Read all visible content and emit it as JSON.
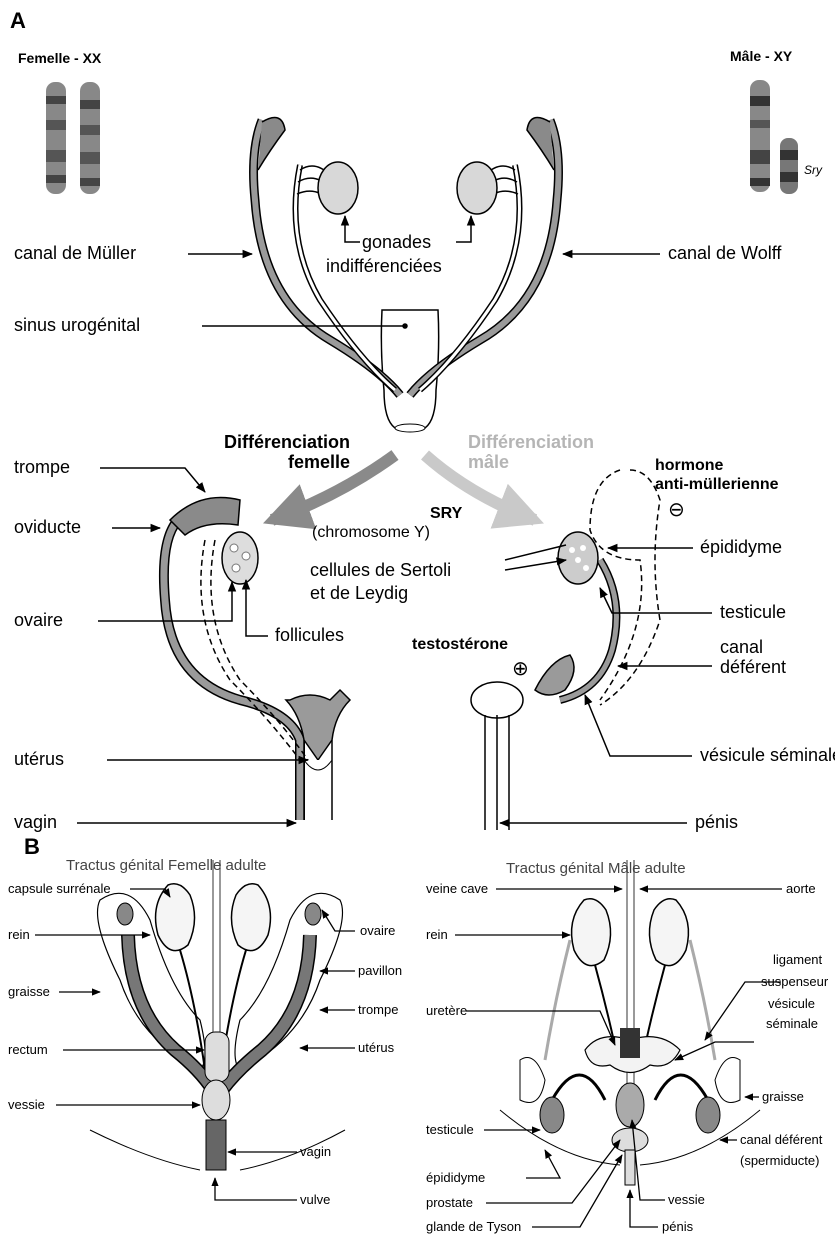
{
  "panelA": {
    "letter": "A",
    "female_label": "Femelle - XX",
    "male_label": "Mâle - XY",
    "sry_chrom_label": "Sry",
    "gonades_1": "gonades",
    "gonades_2": "indifférenciées",
    "muller": "canal de Müller",
    "wolff": "canal de Wolff",
    "sinus": "sinus urogénital",
    "diff_f_1": "Différenciation",
    "diff_f_2": "femelle",
    "diff_m_1": "Différenciation",
    "diff_m_2": "mâle",
    "sry": "SRY",
    "chromosome": "(chromosome Y)",
    "amh_1": "hormone",
    "amh_2": "anti-müllerienne",
    "trompe": "trompe",
    "oviducte": "oviducte",
    "ovaire": "ovaire",
    "follicules": "follicules",
    "sertoli_1": "cellules de Sertoli",
    "sertoli_2": "et de Leydig",
    "epididyme": "épididyme",
    "testicule": "testicule",
    "canal_def_1": "canal",
    "canal_def_2": "déférent",
    "testosterone": "testostérone",
    "vesicule": "vésicule séminale",
    "uterus": "utérus",
    "vagin": "vagin",
    "penis": "pénis",
    "minus_sign": "⊖",
    "plus_sign": "⊕"
  },
  "panelB": {
    "letter": "B",
    "female_title": "Tractus génital Femelle adulte",
    "male_title": "Tractus génital Mâle adulte",
    "female_labels": {
      "capsule": "capsule surrénale",
      "rein": "rein",
      "graisse": "graisse",
      "rectum": "rectum",
      "vessie": "vessie",
      "ovaire": "ovaire",
      "pavillon": "pavillon",
      "trompe": "trompe",
      "uterus": "utérus",
      "vagin": "vagin",
      "vulve": "vulve"
    },
    "male_labels": {
      "veine_cave": "veine cave",
      "aorte": "aorte",
      "rein": "rein",
      "ligament_1": "ligament",
      "ligament_2": "suspenseur",
      "ureter": "uretère",
      "vesicule_1": "vésicule",
      "vesicule_2": "séminale",
      "graisse": "graisse",
      "testicule": "testicule",
      "canal_def_1": "canal déférent",
      "canal_def_2": "(spermiducte)",
      "epididyme": "épididyme",
      "prostate": "prostate",
      "vessie": "vessie",
      "tyson": "glande de Tyson",
      "penis": "pénis"
    }
  },
  "colors": {
    "duct_fill": "#9a9a9a",
    "duct_dark": "#555555",
    "arrow_female": "#8a8a8a",
    "arrow_male": "#c9c9c9",
    "organ_light": "#eeeeee"
  }
}
